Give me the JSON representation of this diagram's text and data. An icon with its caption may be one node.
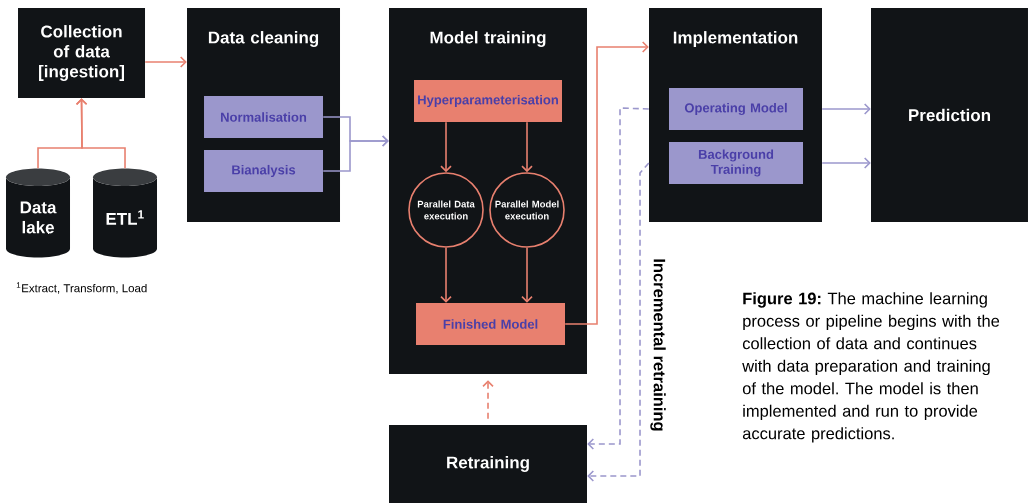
{
  "diagram": {
    "caption": "**Figure 19:** The machine learning process or pipeline begins with the collection of data and continues with data preparation and training of the model. The model is then implemented and run to provide accurate predictions.",
    "nodes": [
      {
        "text": [
          "Collection of data [ingestion]"
        ]
      },
      {
        "text": [
          "Data lake"
        ]
      },
      {
        "text": [
          "ETL$^{1}$"
        ]
      },
      {
        "text": [
          "Data cleaning"
        ]
      },
      {
        "text": [
          "Normalisation"
        ],
        "in": 3
      },
      {
        "text": [
          "Bianalysis"
        ],
        "in": 3
      },
      {
        "text": [
          "Model training"
        ]
      },
      {
        "text": [
          "Hyperparameterisation"
        ],
        "in": 6
      },
      {
        "text": [
          "Parallel Data execution"
        ],
        "in": 6
      },
      {
        "text": [
          "Parallel Model execution"
        ],
        "in": 6
      },
      {
        "text": [
          "Finished Model"
        ],
        "in": 6
      },
      {
        "text": [
          "Retraining"
        ]
      },
      {
        "text": [
          "Implementation"
        ]
      },
      {
        "text": [
          "Operating Model"
        ],
        "in": 12
      },
      {
        "text": [
          "Background Training"
        ],
        "in": 12
      },
      {
        "text": [
          "Prediction"
        ]
      }
    ],
    "edges": [
      {
        "from": 0,
        "to": 3,
        "arrow": "to"
      },
      {
        "from": 1,
        "to": 0,
        "arrow": "to"
      },
      {
        "from": 2,
        "to": 0,
        "arrow": "to"
      },
      {
        "from": 4,
        "to": 6,
        "arrow": "to",
        "color": "#9b97cc"
      },
      {
        "from": 5,
        "to": 6,
        "arrow": "to",
        "color": "#9b97cc"
      },
      {
        "from": 7,
        "to": 8,
        "arrow": "to"
      },
      {
        "from": 7,
        "to": 9,
        "arrow": "to"
      },
      {
        "from": 8,
        "to": 10,
        "arrow": "to"
      },
      {
        "from": 9,
        "to": 10,
        "arrow": "to"
      },
      {
        "from": 10,
        "to": 12,
        "arrow": "to"
      },
      {
        "from": 11,
        "to": 6,
        "arrow": "to",
        "style": "dashed"
      },
      {
        "from": 13,
        "to": 15,
        "arrow": "to",
        "color": "#9b97cc"
      },
      {
        "from": 14,
        "to": 15,
        "arrow": "to",
        "color": "#9b97cc"
      },
      {
        "from": 13,
        "to": 11,
        "arrow": "to",
        "style": "dashed",
        "color": "#9b97cc"
      },
      {
        "from": 14,
        "to": 11,
        "arrow": "to",
        "style": "dashed",
        "color": "#9b97cc"
      }
    ],
    "labels": [
      "$^{1}$Extract, Transform, Load",
      "Incremental retraining"
    ]
  }
}
